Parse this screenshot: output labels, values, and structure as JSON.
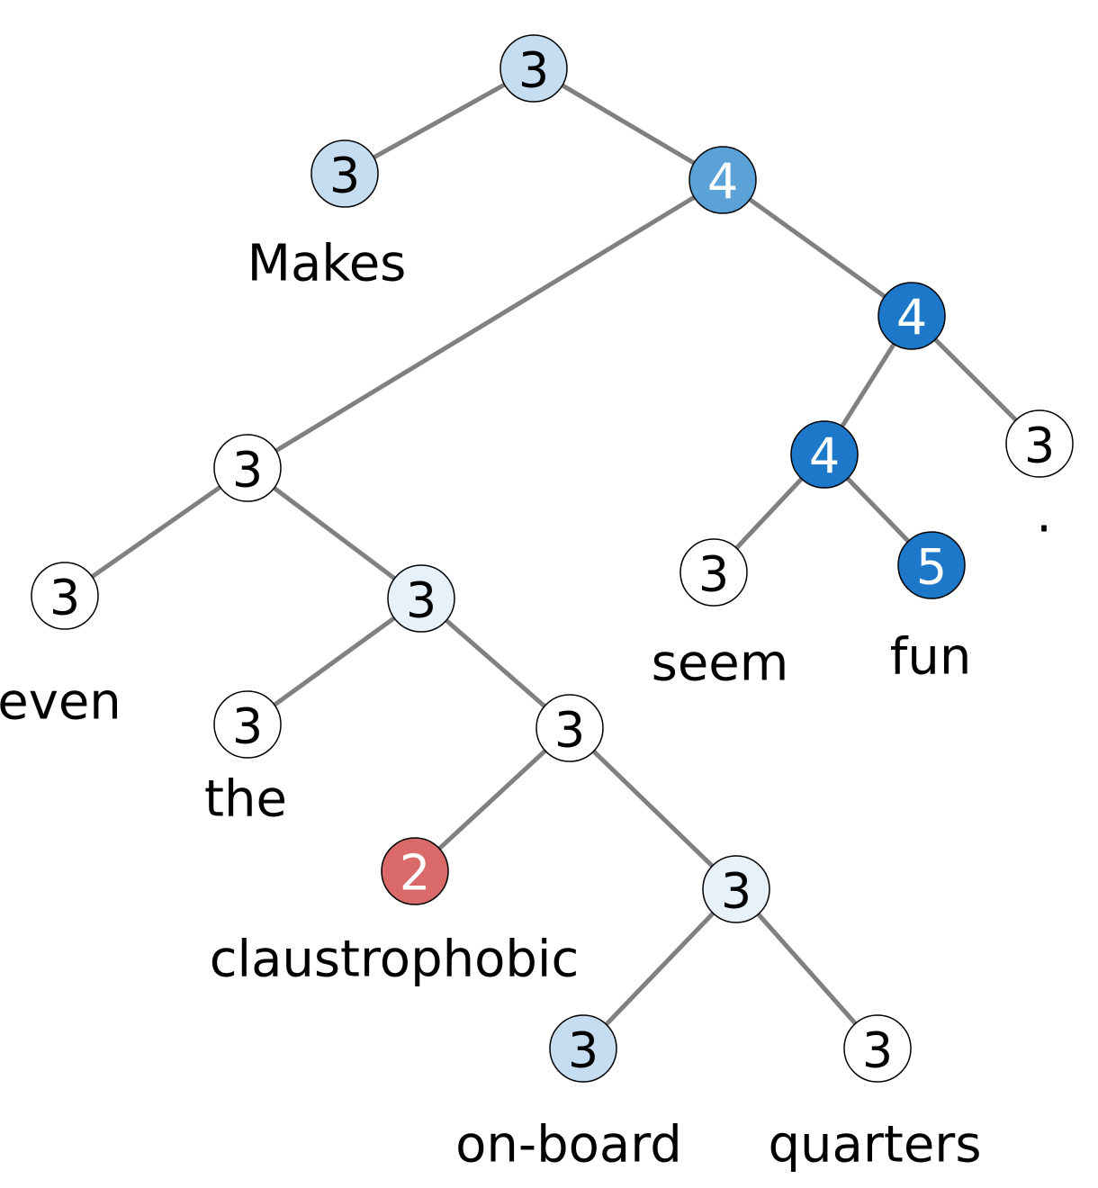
{
  "colors": {
    "score_2": "#da6a6a",
    "score_3_pale": "#c6dcf0",
    "score_3_faint": "#e7f1fa",
    "score_3_plain": "#ffffff",
    "score_4_mid": "#5ba2d9",
    "score_4_dark": "#1d78c9",
    "score_5": "#1d78c9",
    "edge": "#808080"
  },
  "tree": {
    "nodes": [
      {
        "id": "root",
        "score": "3",
        "fill": "#c6dcf0",
        "text_color": "#000000"
      },
      {
        "id": "makes",
        "score": "3",
        "fill": "#c6dcf0",
        "text_color": "#000000",
        "word": "Makes"
      },
      {
        "id": "vp",
        "score": "4",
        "fill": "#5ba2d9",
        "text_color": "#ffffff"
      },
      {
        "id": "vp2",
        "score": "4",
        "fill": "#1d78c9",
        "text_color": "#ffffff"
      },
      {
        "id": "np",
        "score": "3",
        "fill": "#ffffff",
        "text_color": "#000000"
      },
      {
        "id": "even",
        "score": "3",
        "fill": "#ffffff",
        "text_color": "#000000",
        "word": "even"
      },
      {
        "id": "np2",
        "score": "3",
        "fill": "#e7f1fa",
        "text_color": "#000000"
      },
      {
        "id": "the",
        "score": "3",
        "fill": "#ffffff",
        "text_color": "#000000",
        "word": "the"
      },
      {
        "id": "np3",
        "score": "3",
        "fill": "#ffffff",
        "text_color": "#000000"
      },
      {
        "id": "claustrophobic",
        "score": "2",
        "fill": "#da6a6a",
        "text_color": "#ffffff",
        "word": "claustrophobic"
      },
      {
        "id": "np4",
        "score": "3",
        "fill": "#e7f1fa",
        "text_color": "#000000"
      },
      {
        "id": "onboard",
        "score": "3",
        "fill": "#c6dcf0",
        "text_color": "#000000",
        "word": "on-board"
      },
      {
        "id": "quarters",
        "score": "3",
        "fill": "#ffffff",
        "text_color": "#000000",
        "word": "quarters"
      },
      {
        "id": "vp3",
        "score": "4",
        "fill": "#1d78c9",
        "text_color": "#ffffff"
      },
      {
        "id": "seem",
        "score": "3",
        "fill": "#ffffff",
        "text_color": "#000000",
        "word": "seem"
      },
      {
        "id": "fun",
        "score": "5",
        "fill": "#1d78c9",
        "text_color": "#ffffff",
        "word": "fun"
      },
      {
        "id": "period",
        "score": "3",
        "fill": "#ffffff",
        "text_color": "#000000",
        "word": "."
      }
    ],
    "edges": [
      [
        "root",
        "makes"
      ],
      [
        "root",
        "vp"
      ],
      [
        "vp",
        "np"
      ],
      [
        "vp",
        "vp2"
      ],
      [
        "np",
        "even"
      ],
      [
        "np",
        "np2"
      ],
      [
        "np2",
        "the"
      ],
      [
        "np2",
        "np3"
      ],
      [
        "np3",
        "claustrophobic"
      ],
      [
        "np3",
        "np4"
      ],
      [
        "np4",
        "onboard"
      ],
      [
        "np4",
        "quarters"
      ],
      [
        "vp2",
        "vp3"
      ],
      [
        "vp2",
        "period"
      ],
      [
        "vp3",
        "seem"
      ],
      [
        "vp3",
        "fun"
      ]
    ]
  }
}
